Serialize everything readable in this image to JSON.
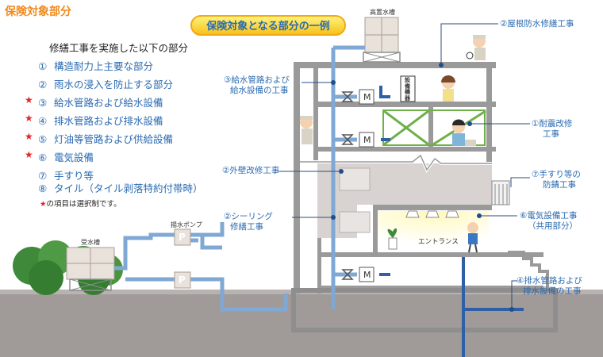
{
  "page_title": "保険対象部分",
  "banner": "保険対象となる部分の一例",
  "scope_list": {
    "heading": "修繕工事を実施した以下の部分",
    "items": [
      {
        "num": "①",
        "text": "構造耐力上主要な部分",
        "optional": false
      },
      {
        "num": "②",
        "text": "雨水の浸入を防止する部分",
        "optional": false
      },
      {
        "num": "③",
        "text": "給水管路および給水設備",
        "optional": true
      },
      {
        "num": "④",
        "text": "排水管路および排水設備",
        "optional": true
      },
      {
        "num": "⑤",
        "text": "灯油等管路および供給設備",
        "optional": true
      },
      {
        "num": "⑥",
        "text": "電気設備",
        "optional": true
      },
      {
        "num": "⑦",
        "text": "手すり等",
        "optional": false
      },
      {
        "num": "⑧",
        "text": "タイル（タイル剥落特約付帯時）",
        "optional": false
      }
    ],
    "footnote_star": "★",
    "footnote_text": "の項目は選択制です。"
  },
  "callouts": {
    "roof_waterproof": "②屋根防水修繕工事",
    "water_supply_line1": "③給水管路および",
    "water_supply_line2": "給水設備の工事",
    "seismic_line1": "①耐震改修",
    "seismic_line2": "工事",
    "exterior_wall": "②外壁改修工事",
    "handrail_line1": "⑦手すり等の",
    "handrail_line2": "防錆工事",
    "sealing_line1": "②シーリング",
    "sealing_line2": "修繕工事",
    "electrical_line1": "⑥電気設備工事",
    "electrical_line2": "（共用部分）",
    "drainage_line1": "④排水管路および",
    "drainage_line2": "排水設備の工事"
  },
  "diagram_labels": {
    "elevated_tank": "高置水槽",
    "receiving_tank": "受水槽",
    "pump": "揚水ポンプ",
    "equipment_line1": "設",
    "equipment_line2": "備",
    "equipment_line3": "機",
    "equipment_line4": "器",
    "entrance": "エントランス",
    "meter": "M",
    "pump_symbol": "P"
  },
  "colors": {
    "accent_orange": "#f08a1c",
    "text_blue": "#2a6ab1",
    "star_red": "#e0262a",
    "pipe_blue": "#7fa8d4",
    "pipe_dark": "#1f4e8c",
    "building_gray": "#9a9a9a",
    "building_light": "#d8d4d2",
    "ground_gray": "#9c9694",
    "brace_green": "#6fb04a"
  }
}
